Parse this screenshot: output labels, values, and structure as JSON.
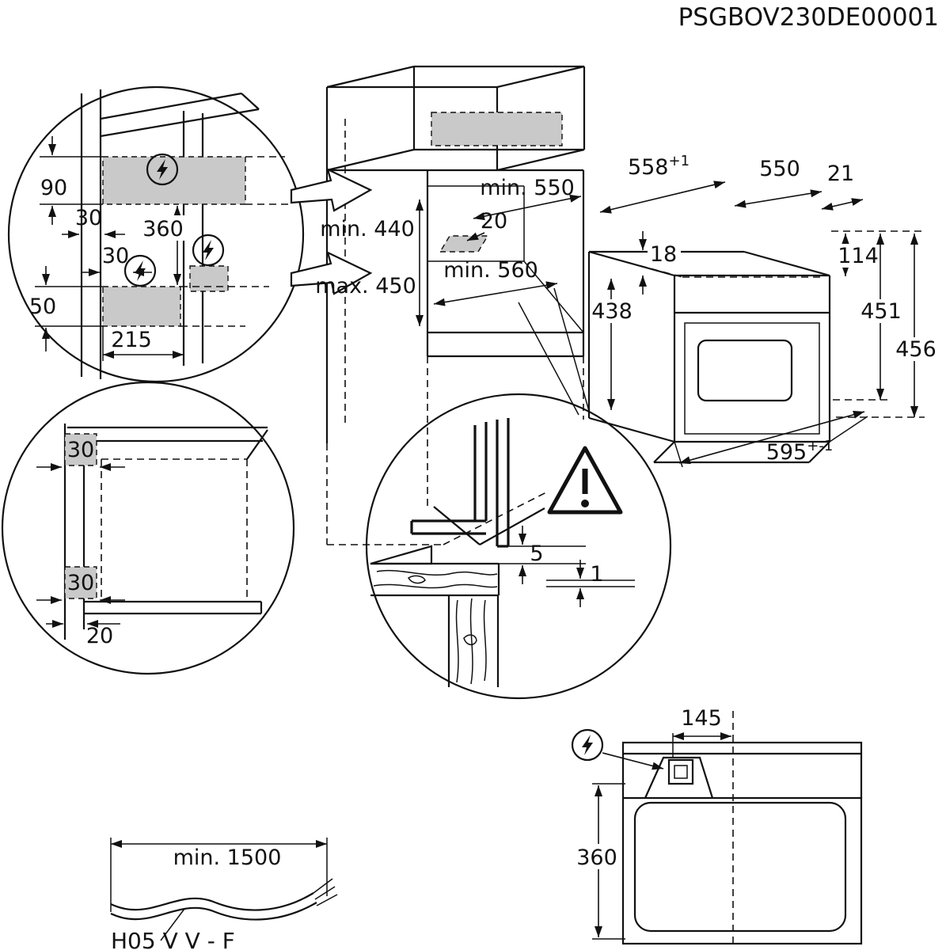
{
  "title": "PSGBOV230DE00001",
  "side_section": {
    "d90": "90",
    "d30_top": "30",
    "d360": "360",
    "d30_mid": "30",
    "d50": "50",
    "d215": "215"
  },
  "cabinet": {
    "min550": "min. 550",
    "d20": "20",
    "min440": "min. 440",
    "max450": "max. 450",
    "min560": "min. 560"
  },
  "oven": {
    "d558": "558",
    "d558_tol": "+1",
    "d550": "550",
    "d21": "21",
    "d18": "18",
    "d114": "114",
    "d438": "438",
    "d451": "451",
    "d456": "456",
    "d595": "595",
    "d595_tol": "+-1"
  },
  "plan_section": {
    "d30_top": "30",
    "d30_bottom": "30",
    "d20": "20"
  },
  "worktop_detail": {
    "d5": "5",
    "d1": "1"
  },
  "rear_view": {
    "d145": "145",
    "d360": "360"
  },
  "cable": {
    "min1500": "min. 1500",
    "type_label": "H05 V V - F"
  },
  "icons": {
    "lightning": "electrical-connection",
    "warning": "warning-triangle"
  }
}
